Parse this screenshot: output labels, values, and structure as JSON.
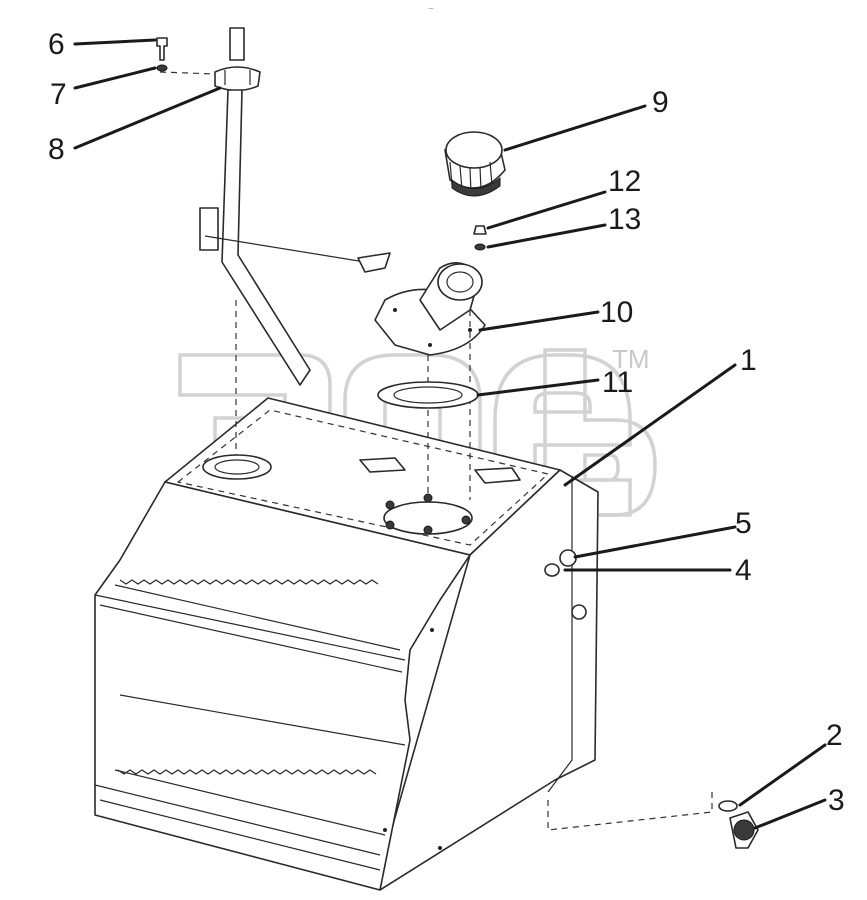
{
  "diagram": {
    "top_mark": "~",
    "watermark_tm": "TM",
    "callouts": [
      {
        "id": "1",
        "label": "1"
      },
      {
        "id": "2",
        "label": "2"
      },
      {
        "id": "3",
        "label": "3"
      },
      {
        "id": "4",
        "label": "4"
      },
      {
        "id": "5",
        "label": "5"
      },
      {
        "id": "6",
        "label": "6"
      },
      {
        "id": "7",
        "label": "7"
      },
      {
        "id": "8",
        "label": "8"
      },
      {
        "id": "9",
        "label": "9"
      },
      {
        "id": "10",
        "label": "10"
      },
      {
        "id": "11",
        "label": "11"
      },
      {
        "id": "12",
        "label": "12"
      },
      {
        "id": "13",
        "label": "13"
      }
    ]
  }
}
